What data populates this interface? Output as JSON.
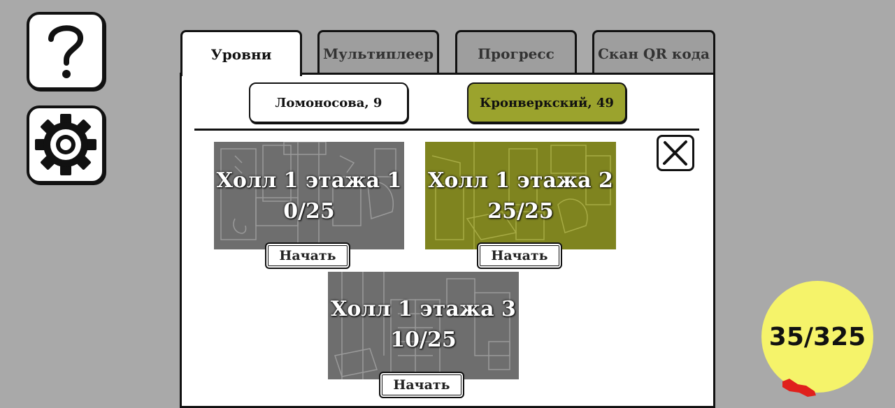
{
  "tabs": [
    {
      "label": "Уровни",
      "active": true
    },
    {
      "label": "Мультиплеер",
      "active": false
    },
    {
      "label": "Прогресс",
      "active": false
    },
    {
      "label": "Скан QR кода",
      "active": false
    }
  ],
  "locations": [
    {
      "label": "Ломоносова, 9",
      "selected": false
    },
    {
      "label": "Кронверкский, 49",
      "selected": true
    }
  ],
  "levels": [
    {
      "title": "Холл 1 этажа 1",
      "progress": "0/25",
      "start_label": "Начать"
    },
    {
      "title": "Холл 1 этажа 2",
      "progress": "25/25",
      "start_label": "Начать"
    },
    {
      "title": "Холл 1 этажа 3",
      "progress": "10/25",
      "start_label": "Начать"
    }
  ],
  "total_progress": "35/325",
  "colors": {
    "background": "#a9a9a9",
    "selected_location": "#9ba32d",
    "completed_card": "#7f841f",
    "incomplete_card": "#6e6e6e",
    "total_badge": "#f5f36a",
    "accent_red": "#e0201c"
  },
  "icons": [
    "help-icon",
    "gear-icon",
    "close-icon"
  ]
}
